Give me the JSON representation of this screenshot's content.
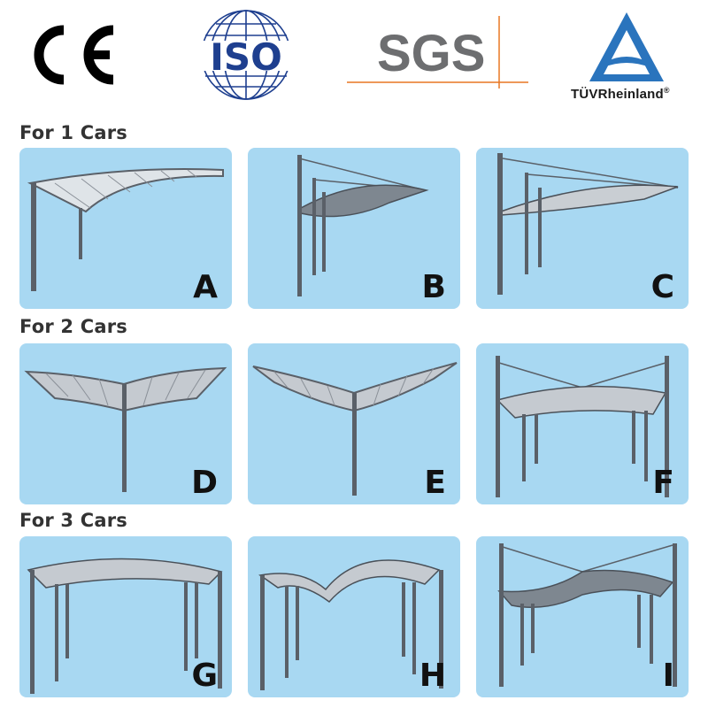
{
  "certifications": {
    "ce": "CE",
    "iso": "ISO",
    "sgs": "SGS",
    "tuv": "TÜVRheinland",
    "tuv_mark": "®"
  },
  "colors": {
    "panel_bg": "#a8d8f2",
    "frame": "#5a6068",
    "iso_blue": "#1e3f8f",
    "sgs_gray": "#6d6e70",
    "sgs_orange": "#e87722",
    "tuv_blue": "#2a74bd"
  },
  "sections": [
    {
      "title": "For 1 Cars",
      "items": [
        "A",
        "B",
        "C"
      ]
    },
    {
      "title": "For 2 Cars",
      "items": [
        "D",
        "E",
        "F"
      ]
    },
    {
      "title": "For 3 Cars",
      "items": [
        "G",
        "H",
        "I"
      ]
    }
  ]
}
